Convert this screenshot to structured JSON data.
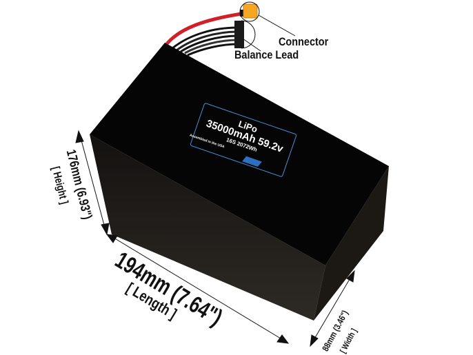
{
  "callouts": {
    "connector": "Connector",
    "balance_lead": "Balance Lead"
  },
  "label": {
    "chemistry": "LiPo",
    "capacity_voltage": "35000mAh 59.2v",
    "config_energy": "16S 2072Wh",
    "assembled": "Assembled in the USA"
  },
  "dimensions": {
    "height_value": "176mm (6.93\")",
    "height_name": "[ Height ]",
    "length_value": "194mm (7.64\")",
    "length_name": "[ Length ]",
    "width_value": "88mm (3.46\")",
    "width_name": "[ Width ]"
  },
  "colors": {
    "box": "#050505",
    "front_face": "#2a2621",
    "label_border": "#4a8fd6",
    "red_wire": "#d0202a",
    "connector": "#f5a623"
  }
}
